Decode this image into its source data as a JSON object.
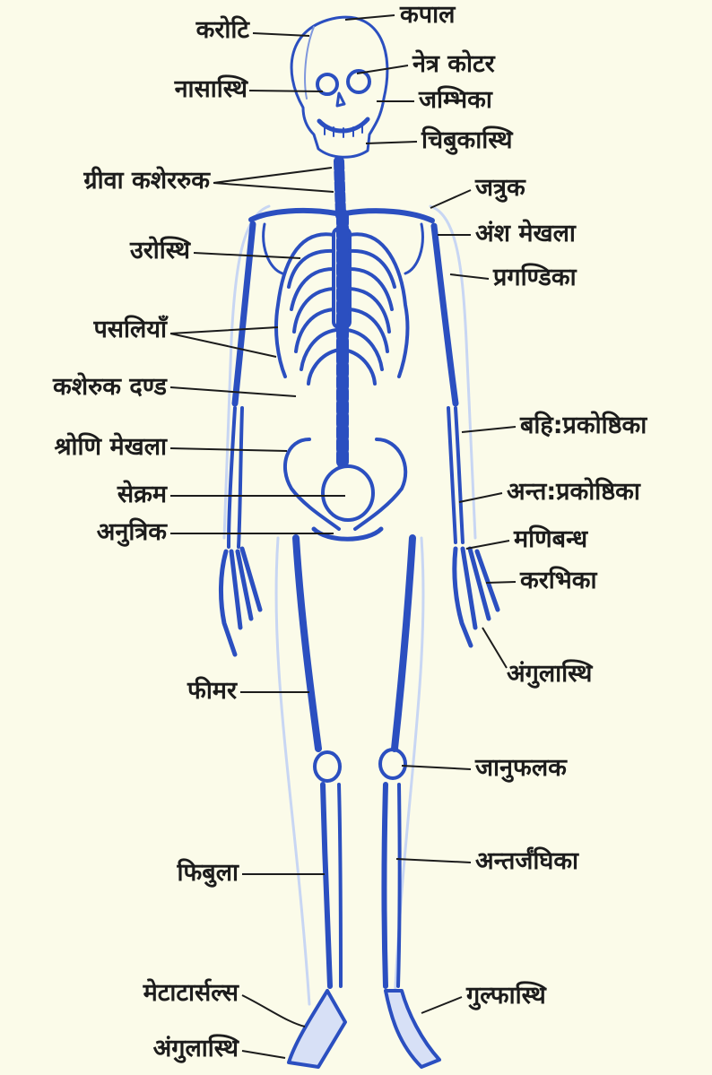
{
  "diagram": {
    "colors": {
      "bone": "#2b4fc0",
      "bone_light": "#c8d6f3",
      "background": "#fbfbe9",
      "leader": "#1c1c1c"
    },
    "labels_left": {
      "karoti": "करोटि",
      "nasasthi": "नासास्थि",
      "griva": "ग्रीवा कशेररुक",
      "urosthi": "उरोस्थि",
      "pasaliyan": "पसलियाँ",
      "kasheruk_dand": "कशेरुक दण्ड",
      "shroni_mekhla": "श्रोणि मेखला",
      "sekram": "सेक्रम",
      "anutrik": "अनुत्रिक",
      "femur": "फीमर",
      "fibula": "फिबुला",
      "metatarsals": "मेटाटार्सल्स",
      "angulasthi_foot": "अंगुलास्थि"
    },
    "labels_right": {
      "kapal": "कपाल",
      "netra_kotar": "नेत्र कोटर",
      "jambhika": "जम्भिका",
      "chibukasthi": "चिबुकास्थि",
      "jatruk": "जत्रुक",
      "ansh_mekhla": "अंश मेखला",
      "pragandika": "प्रगण्डिका",
      "bahi_prakoshthika": "बहि:प्रकोष्ठिका",
      "ant_prakoshthika": "अन्त:प्रकोष्ठिका",
      "manibandh": "मणिबन्ध",
      "karbhika": "करभिका",
      "angulasthi_hand": "अंगुलास्थि",
      "janufalak": "जानुफलक",
      "antarjanghika": "अन्तर्जंघिका",
      "gulfasthi": "गुल्फास्थि"
    }
  }
}
